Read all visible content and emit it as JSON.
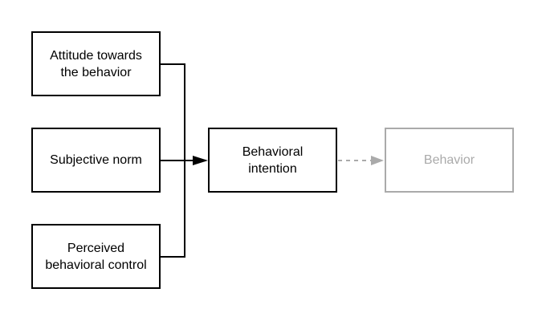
{
  "diagram": {
    "nodes": {
      "attitude": {
        "label": "Attitude towards\nthe behavior"
      },
      "norm": {
        "label": "Subjective norm"
      },
      "control": {
        "label": "Perceived\nbehavioral control"
      },
      "intention": {
        "label": "Behavioral\nintention"
      },
      "behavior": {
        "label": "Behavior"
      }
    },
    "edges": [
      {
        "from": "attitude",
        "to": "intention",
        "style": "solid"
      },
      {
        "from": "norm",
        "to": "intention",
        "style": "solid"
      },
      {
        "from": "control",
        "to": "intention",
        "style": "solid"
      },
      {
        "from": "intention",
        "to": "behavior",
        "style": "dashed"
      }
    ],
    "colors": {
      "solid": "#000000",
      "faded": "#aaaaaa"
    }
  }
}
